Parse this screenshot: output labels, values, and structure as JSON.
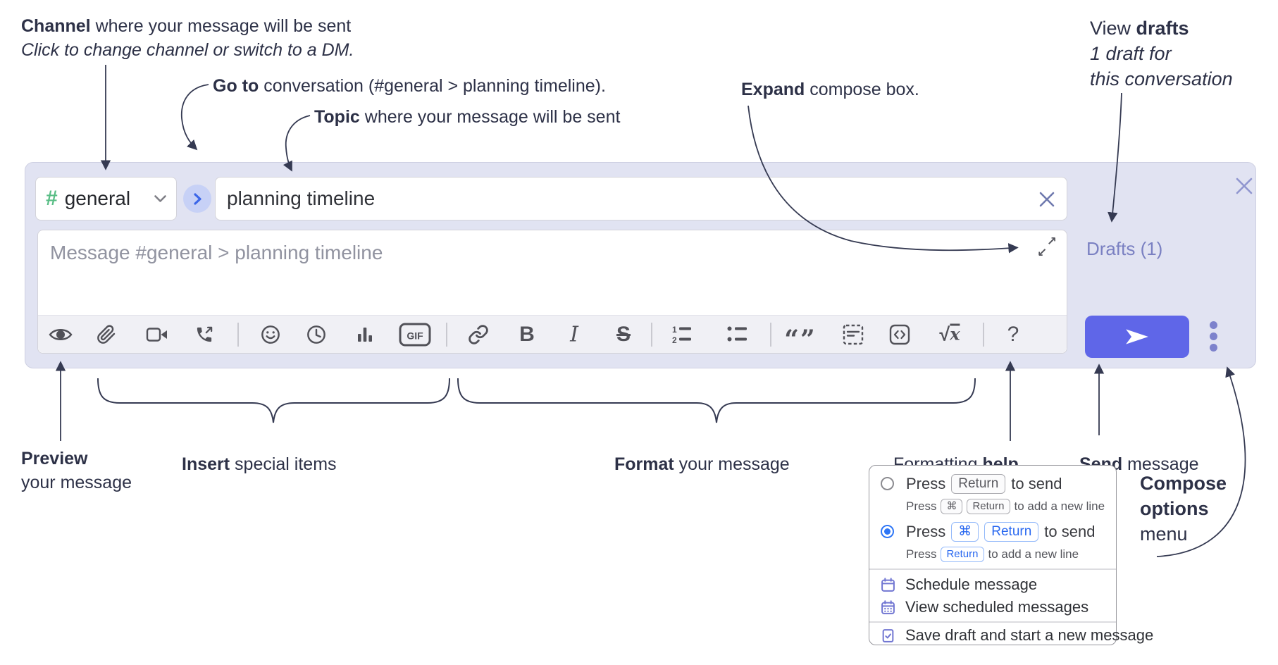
{
  "annotations": {
    "channel_l1b": "Channel",
    "channel_l1r": " where your message will be sent",
    "channel_l2": "Click to change channel or switch to a DM.",
    "goto_b": "Go to",
    "goto_r": " conversation (#general > planning timeline).",
    "topic_b": "Topic",
    "topic_r": " where your message will be sent",
    "expand_b": "Expand",
    "expand_r": " compose box.",
    "drafts_l1r": "View ",
    "drafts_l1b": "drafts",
    "drafts_l2": "1 draft for",
    "drafts_l3": "this conversation",
    "preview_b": "Preview",
    "preview_l2": "your message",
    "insert_b": "Insert",
    "insert_r": " special items",
    "format_b": "Format",
    "format_r": " your message",
    "help_pre": "Formatting ",
    "help_b": "help",
    "send_b": "Send",
    "send_r": " message",
    "compose_l1": "Compose",
    "compose_l2": "options",
    "compose_l3": "menu"
  },
  "compose": {
    "channel": {
      "hash": "#",
      "name": "general"
    },
    "topic_value": "planning timeline",
    "message_placeholder": "Message #general > planning timeline",
    "drafts_link": "Drafts (1)",
    "toolbar": {
      "gif": "GIF",
      "bold": "B",
      "italic": "I",
      "strike": "S",
      "quote": "“”",
      "num1": "1",
      "num2": "2",
      "sqrt": "√",
      "math_x": "x",
      "help": "?"
    }
  },
  "popup": {
    "opt1": {
      "pre": "Press",
      "key": "Return",
      "post": "to send",
      "sub_pre": "Press",
      "sub_key1": "⌘",
      "sub_key2": "Return",
      "sub_post": "to add a new line"
    },
    "opt2": {
      "pre": "Press",
      "key1": "⌘",
      "key2": "Return",
      "post": "to send",
      "sub_pre": "Press",
      "sub_key": "Return",
      "sub_post": "to add a new line"
    },
    "schedule": "Schedule message",
    "view_scheduled": "View scheduled messages",
    "save_draft": "Save draft and start a new message"
  },
  "colors": {
    "compose_bg": "#e1e3f2",
    "send_button": "#5f66e8",
    "drafts_link": "#7a80c2",
    "hash_green": "#58bd85",
    "radio_selected": "#2e76f6",
    "key_active": "#2968f0",
    "menu_icon": "#7176d2",
    "annotation_text": "#2d3147"
  }
}
